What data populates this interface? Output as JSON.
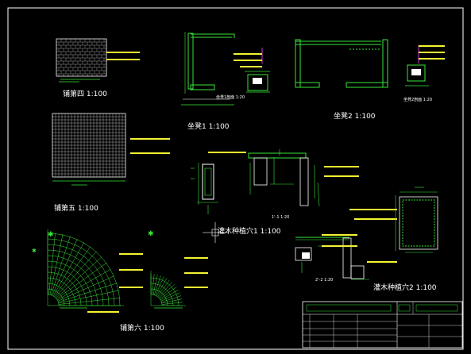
{
  "labels": {
    "paving4": "铺第四 1:100",
    "paving5": "铺第五 1:100",
    "paving6": "铺第六 1:100",
    "seat1": "坐凳1 1:100",
    "seat2": "坐凳2 1:100",
    "seat1_detail": "坐凳1剖面 1:20",
    "seat2_detail": "坐凳2剖面 1:20",
    "shrub1": "灌木种植穴1 1:100",
    "shrub2": "灌木种植穴2 1:100",
    "section11": "1'-1 1:20",
    "section22": "2'-2 1:20"
  },
  "colors": {
    "background": "#000000",
    "linework_green": "#39e639",
    "annotation_yellow": "#f4f432",
    "leader_magenta": "#c640c6",
    "text_white": "#ffffff",
    "cursor_gray": "#c8c8c8"
  }
}
